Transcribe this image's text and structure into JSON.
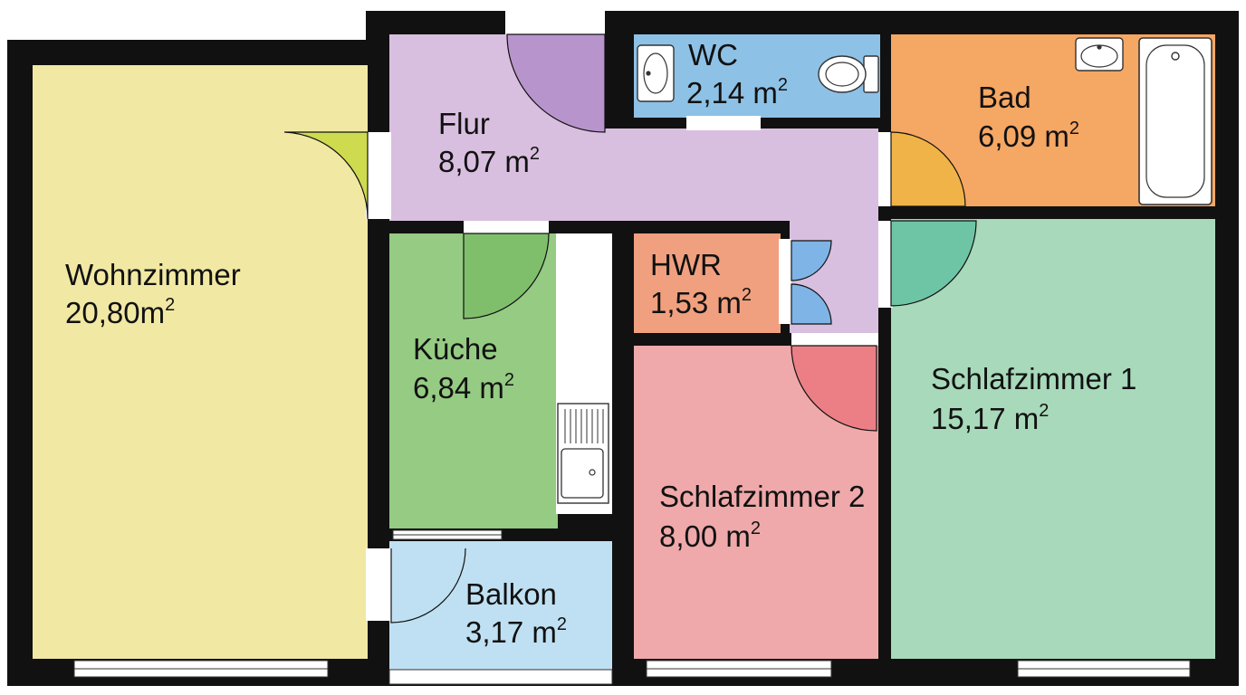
{
  "rooms": {
    "wohnzimmer": {
      "name": "Wohnzimmer",
      "area": "20,80m",
      "unit_sup": "2",
      "color": "#f1e8a4"
    },
    "flur": {
      "name": "Flur",
      "area": "8,07 m",
      "unit_sup": "2",
      "color": "#d9bfdf"
    },
    "wc": {
      "name": "WC",
      "area": "2,14 m",
      "unit_sup": "2",
      "color": "#8ec1e6"
    },
    "bad": {
      "name": "Bad",
      "area": "6,09 m",
      "unit_sup": "2",
      "color": "#f5a764"
    },
    "kueche": {
      "name": "Küche",
      "area": "6,84 m",
      "unit_sup": "2",
      "color": "#95cb83"
    },
    "hwr": {
      "name": "HWR",
      "area": "1,53 m",
      "unit_sup": "2",
      "color": "#f0a07f"
    },
    "schlafzimmer1": {
      "name": "Schlafzimmer 1",
      "area": "15,17 m",
      "unit_sup": "2",
      "color": "#a7d9ba"
    },
    "schlafzimmer2": {
      "name": "Schlafzimmer 2",
      "area": "8,00 m",
      "unit_sup": "2",
      "color": "#efa9aa"
    },
    "balkon": {
      "name": "Balkon",
      "area": "3,17 m",
      "unit_sup": "2",
      "color": "#bfe0f2"
    }
  },
  "colors": {
    "wall": "#111111",
    "door_living": "#cfdb4f",
    "door_flur": "#b894cd",
    "door_kitchen": "#7fbf6c",
    "door_bath": "#f0b347",
    "door_bed1": "#6ec5a5",
    "door_bed2": "#ec7f86",
    "door_hwr": "#7fb4e6"
  }
}
